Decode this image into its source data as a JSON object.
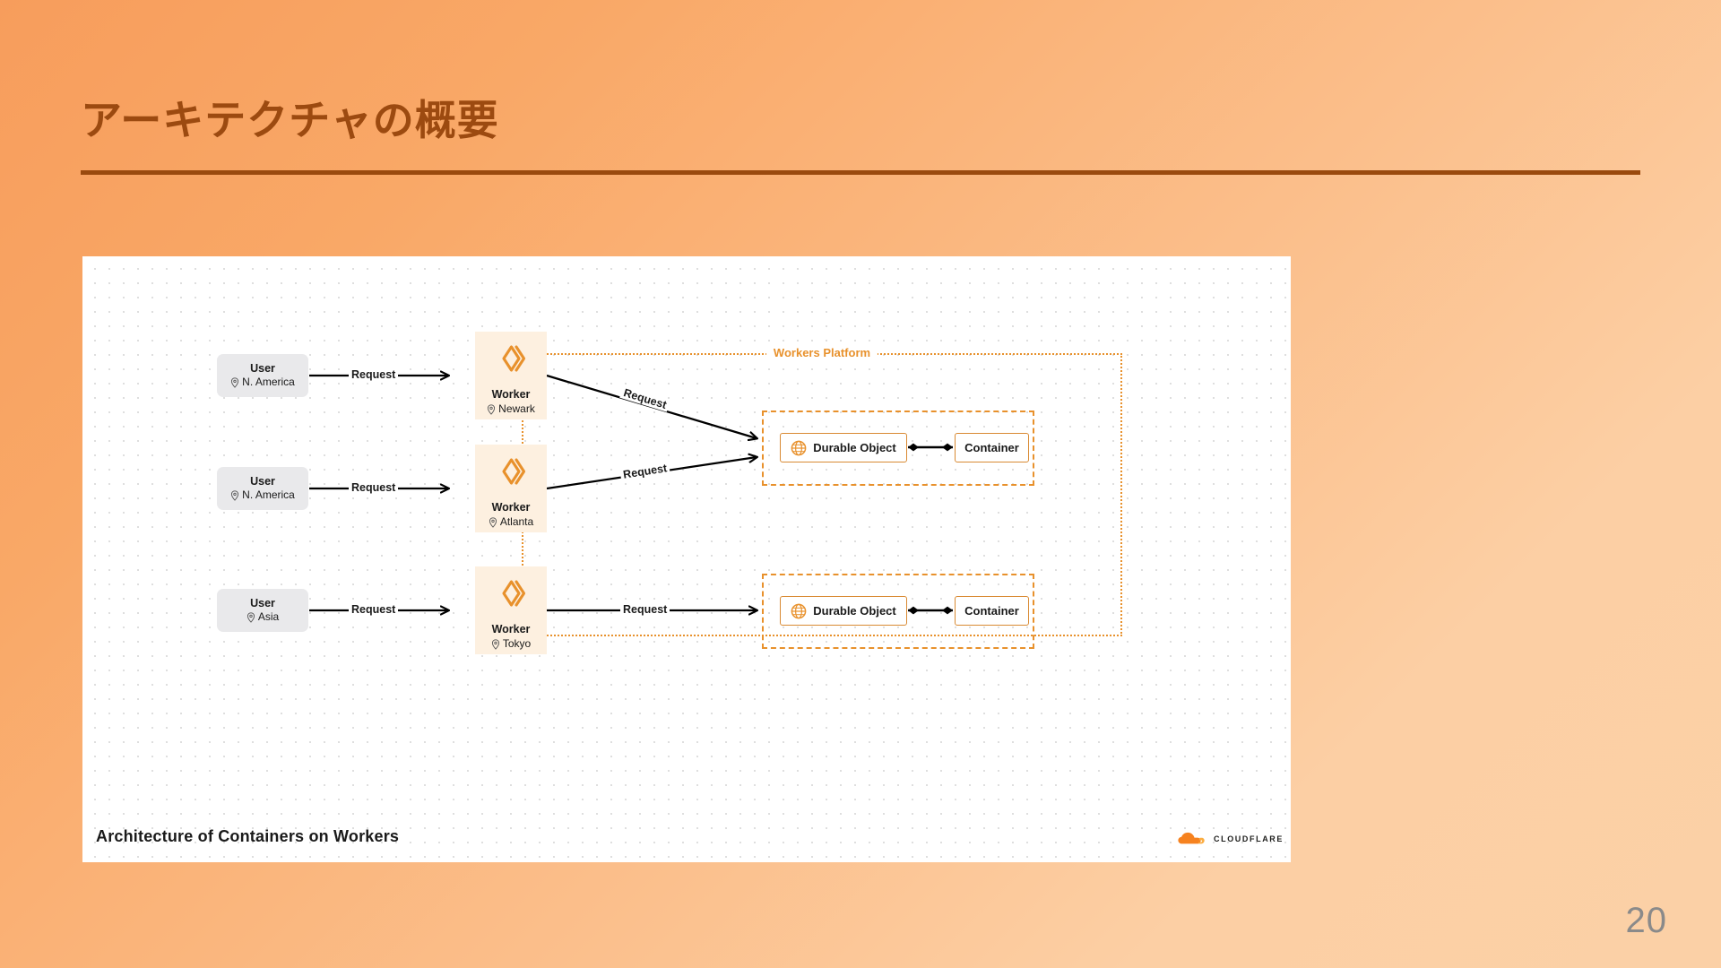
{
  "slide": {
    "title": "アーキテクチャの概要",
    "page_number": "20",
    "accent_color": "#9C4A10",
    "background_from": "#F79D5C",
    "background_to": "#FBD0A6"
  },
  "diagram": {
    "caption": "Architecture of Containers on Workers",
    "brand_logo_text": "CLOUDFLARE",
    "platform_label": "Workers Platform",
    "platform_border_color": "#E8912C",
    "users": [
      {
        "name": "user-north-america-1",
        "title": "User",
        "location": "N. America",
        "pin_icon": "location-pin-icon"
      },
      {
        "name": "user-north-america-2",
        "title": "User",
        "location": "N. America",
        "pin_icon": "location-pin-icon"
      },
      {
        "name": "user-asia",
        "title": "User",
        "location": "Asia",
        "pin_icon": "location-pin-icon"
      }
    ],
    "workers": [
      {
        "name": "worker-newark",
        "title": "Worker",
        "location": "Newark",
        "logo_icon": "cloudflare-workers-logo-icon",
        "pin_icon": "location-pin-icon"
      },
      {
        "name": "worker-atlanta",
        "title": "Worker",
        "location": "Atlanta",
        "logo_icon": "cloudflare-workers-logo-icon",
        "pin_icon": "location-pin-icon"
      },
      {
        "name": "worker-tokyo",
        "title": "Worker",
        "location": "Tokyo",
        "logo_icon": "cloudflare-workers-logo-icon",
        "pin_icon": "location-pin-icon"
      }
    ],
    "do_groups": [
      {
        "name": "do-group-north-america",
        "durable_object": "Durable Object",
        "container": "Container",
        "globe_icon": "globe-icon"
      },
      {
        "name": "do-group-asia",
        "durable_object": "Durable Object",
        "container": "Container",
        "globe_icon": "globe-icon"
      }
    ],
    "edge_labels": {
      "user_to_worker_1": "Request",
      "user_to_worker_2": "Request",
      "user_to_worker_3": "Request",
      "worker_newark_to_do": "Request",
      "worker_atlanta_to_do": "Request",
      "worker_tokyo_to_do": "Request"
    }
  }
}
